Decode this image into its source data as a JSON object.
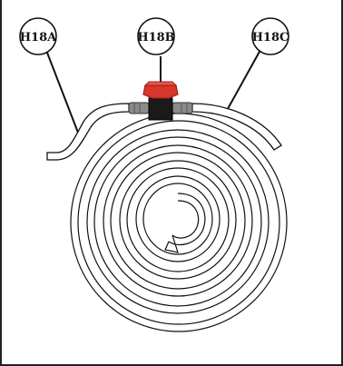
{
  "callouts": {
    "a": {
      "label": "H18A",
      "target": "hose-end"
    },
    "b": {
      "label": "H18B",
      "target": "red-shutoff-valve"
    },
    "c": {
      "label": "H18C",
      "target": "coiled-hose"
    }
  },
  "colors": {
    "valve": "#d6362b",
    "valve_dark": "#a51f17",
    "fitting": "#8a8a8a",
    "valve_body": "#1a1a1a",
    "line": "#111111"
  }
}
